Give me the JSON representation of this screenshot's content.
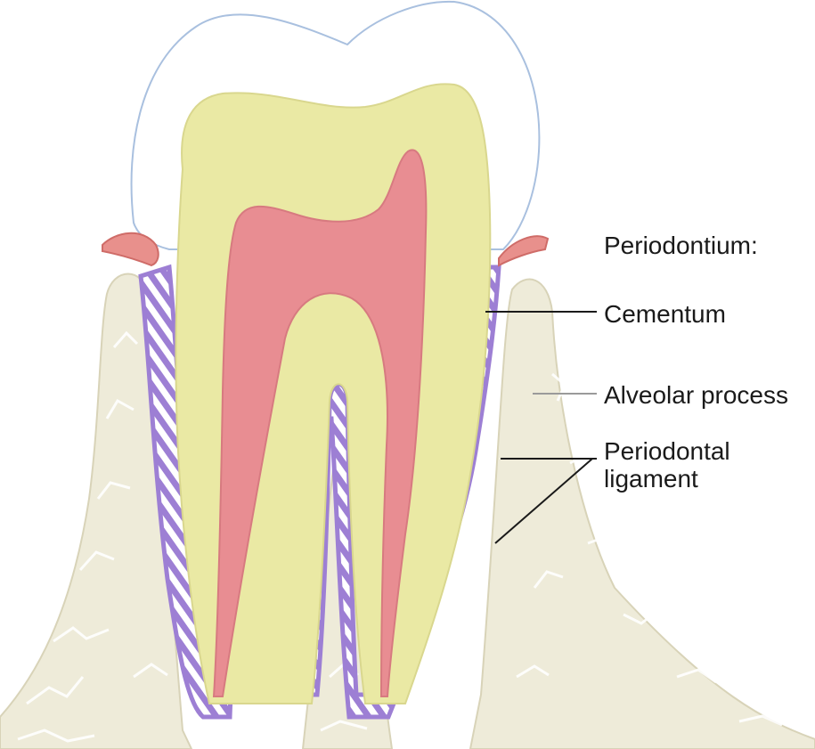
{
  "labels": {
    "periodontium": "Periodontium:",
    "cementum": "Cementum",
    "alveolar_process": "Alveolar process",
    "periodontal_ligament_line1": "Periodontal",
    "periodontal_ligament_line2": "ligament"
  },
  "colors": {
    "bone": "#eeebd9",
    "bone_texture": "#ffffff",
    "dentin": "#eae9a4",
    "pulp": "#e88d92",
    "enamel_outline": "#a9c0df",
    "ligament": "#b399dd",
    "gingiva": "#e8908c",
    "leader_line": "#1a1a1a"
  }
}
